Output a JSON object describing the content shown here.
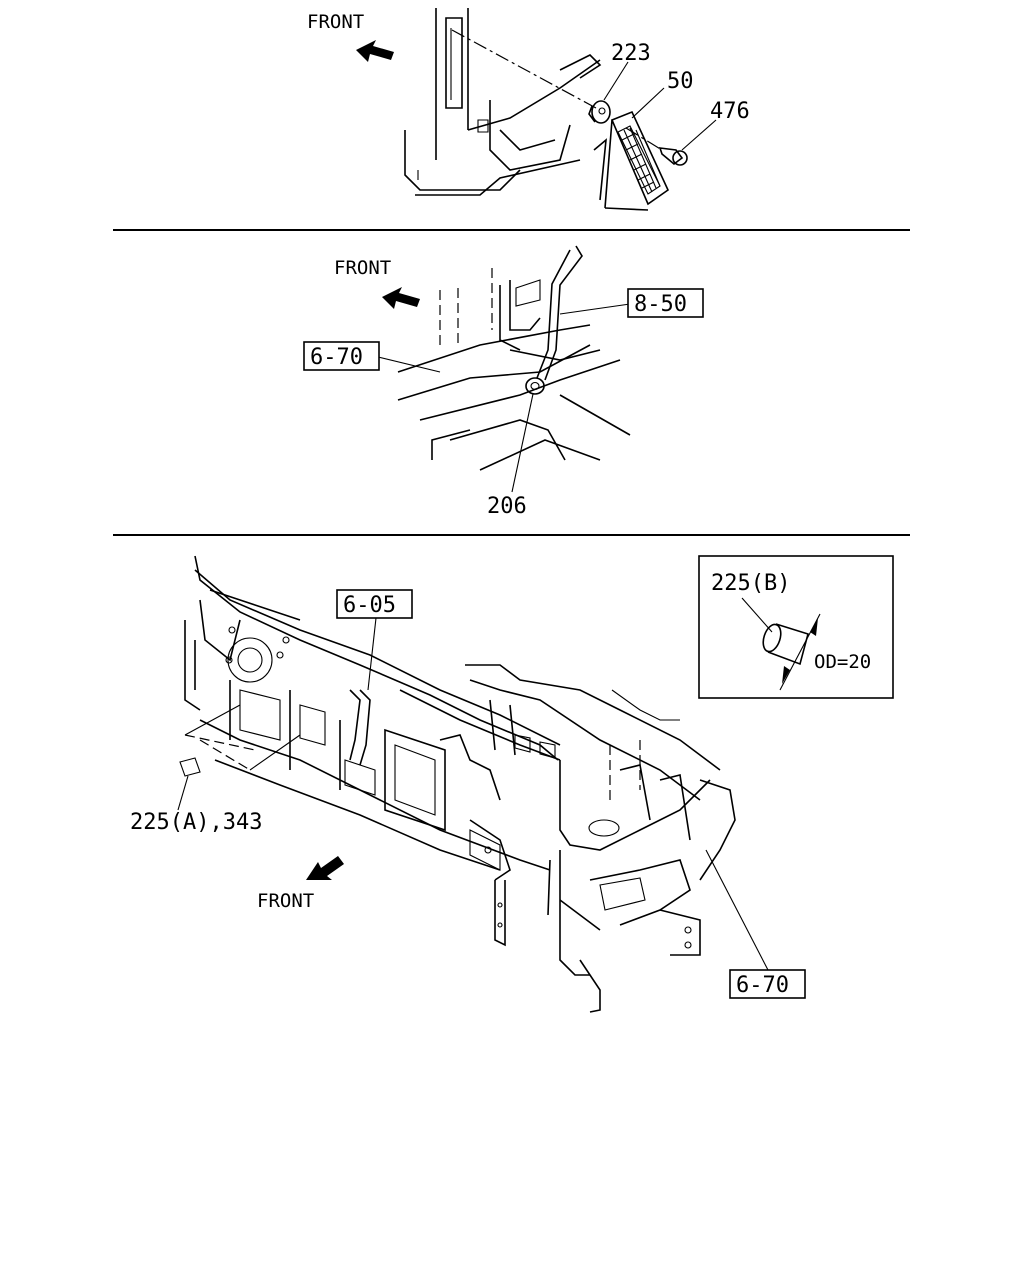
{
  "panel1": {
    "front_label": "FRONT",
    "callout_223": "223",
    "callout_50": "50",
    "callout_476": "476"
  },
  "panel2": {
    "front_label": "FRONT",
    "ref_8_50": "8-50",
    "ref_6_70": "6-70",
    "callout_206": "206"
  },
  "panel3": {
    "front_label": "FRONT",
    "ref_6_05": "6-05",
    "ref_6_70": "6-70",
    "callout_225a_343": "225(A),343",
    "inset": {
      "callout_225b": "225(B)",
      "dimension": "OD=20"
    }
  }
}
